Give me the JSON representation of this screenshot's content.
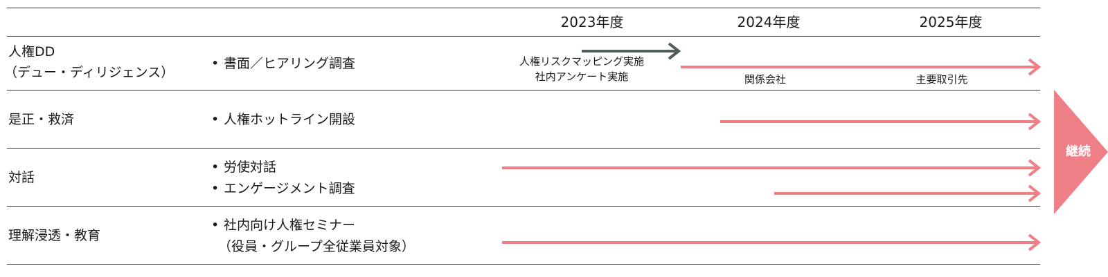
{
  "header": {
    "years": [
      "2023年度",
      "2024年度",
      "2025年度"
    ]
  },
  "rows": [
    {
      "category_lines": [
        "人権DD",
        "（デュー・ディリジェンス）"
      ],
      "activities": [
        "書面／ヒアリング調査"
      ],
      "notes": {
        "mapping": "人権リスクマッピング実施",
        "survey": "社内アンケート実施",
        "affiliates": "関係会社",
        "suppliers": "主要取引先"
      }
    },
    {
      "category_lines": [
        "是正・救済"
      ],
      "activities": [
        "人権ホットライン開設"
      ]
    },
    {
      "category_lines": [
        "対話"
      ],
      "activities": [
        "労使対話",
        "エンゲージメント調査"
      ]
    },
    {
      "category_lines": [
        "理解浸透・教育"
      ],
      "activities": [
        "社内向け人権セミナー",
        "（役員・グループ全従業員対象）"
      ]
    }
  ],
  "continue_label": "継続",
  "bullet_symbol": "•",
  "colors": {
    "pink": "#ef7f86",
    "dark": "#4f5f59",
    "rule": "#333333"
  }
}
